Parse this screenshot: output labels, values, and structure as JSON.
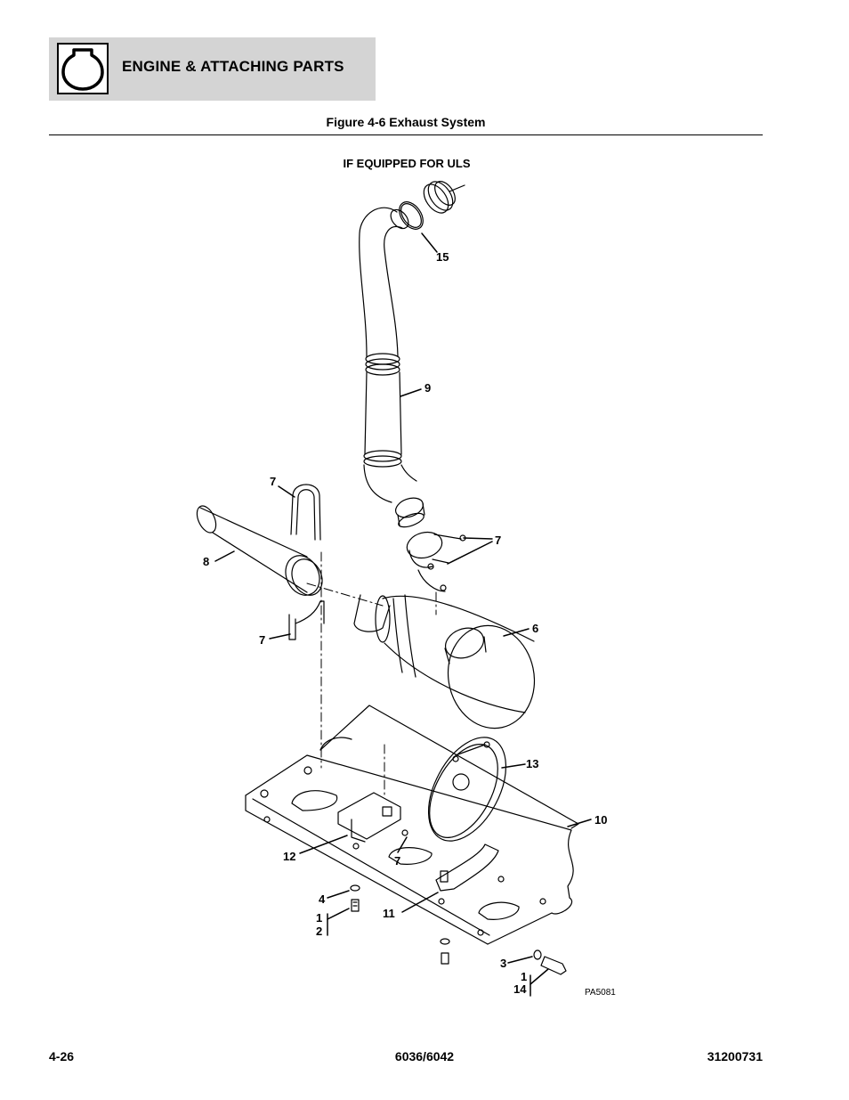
{
  "header": {
    "section_title": "ENGINE & ATTACHING PARTS",
    "icon": "engine-icon"
  },
  "figure": {
    "title": "Figure 4-6 Exhaust System",
    "note": "IF EQUIPPED FOR ULS",
    "drawing_code": "PA5081",
    "callouts": {
      "c15": "15",
      "c9": "9",
      "c7_top": "7",
      "c7_right": "7",
      "c8": "8",
      "c7_left": "7",
      "c6": "6",
      "c13": "13",
      "c10": "10",
      "c12": "12",
      "c7_bottom": "7",
      "c4": "4",
      "c1_left": "1",
      "c2": "2",
      "c11": "11",
      "c3": "3",
      "c1_right": "1",
      "c14": "14"
    }
  },
  "footer": {
    "page_number": "4-26",
    "model": "6036/6042",
    "manual_number": "31200731"
  }
}
